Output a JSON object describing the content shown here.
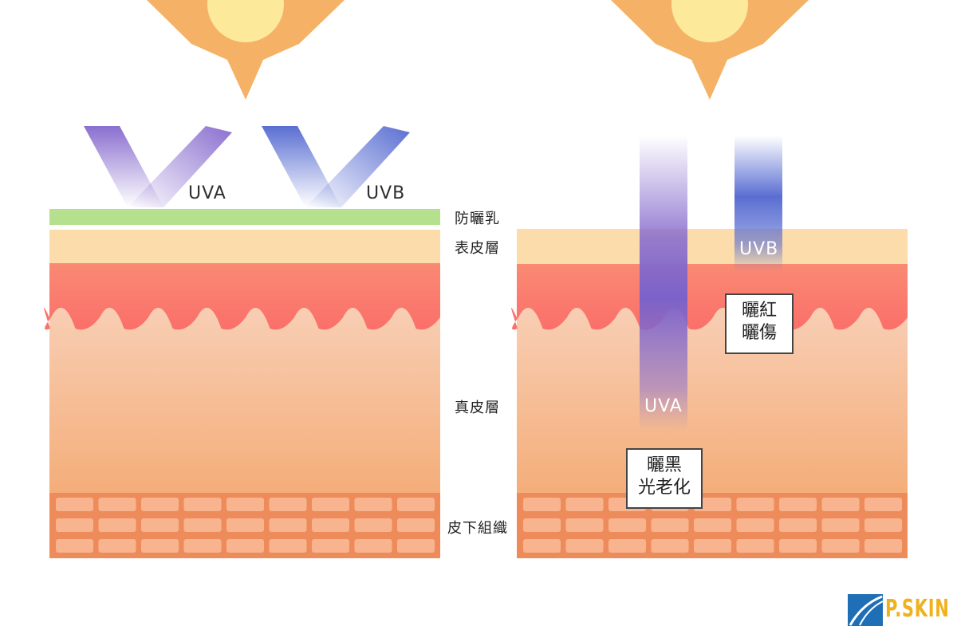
{
  "layers": {
    "sunscreen": "防曬乳",
    "epidermis": "表皮層",
    "dermis": "真皮層",
    "subcutaneous": "皮下組織"
  },
  "left_panel": {
    "uva_label": "UVA",
    "uvb_label": "UVB"
  },
  "right_panel": {
    "uva_label": "UVA",
    "uvb_label": "UVB",
    "uvb_effect_line1": "曬紅",
    "uvb_effect_line2": "曬傷",
    "uva_effect_line1": "曬黑",
    "uva_effect_line2": "光老化"
  },
  "logo": {
    "text": "P.SKIN"
  },
  "colors": {
    "sun": "#f5b267",
    "sun_core": "#fde99a",
    "sunscreen": "#b5e08e",
    "epidermis": "#fbdcaa",
    "dermis_top": "#f97c6e",
    "dermis_body": "#f7c49b",
    "subcutaneous": "#ee8b5b",
    "fat_cell": "#f8b48e",
    "uva": "#8a6fcf",
    "uvb": "#5a6ed2",
    "logo_blue": "#1f6fb7",
    "logo_gold": "#f0b21c"
  }
}
